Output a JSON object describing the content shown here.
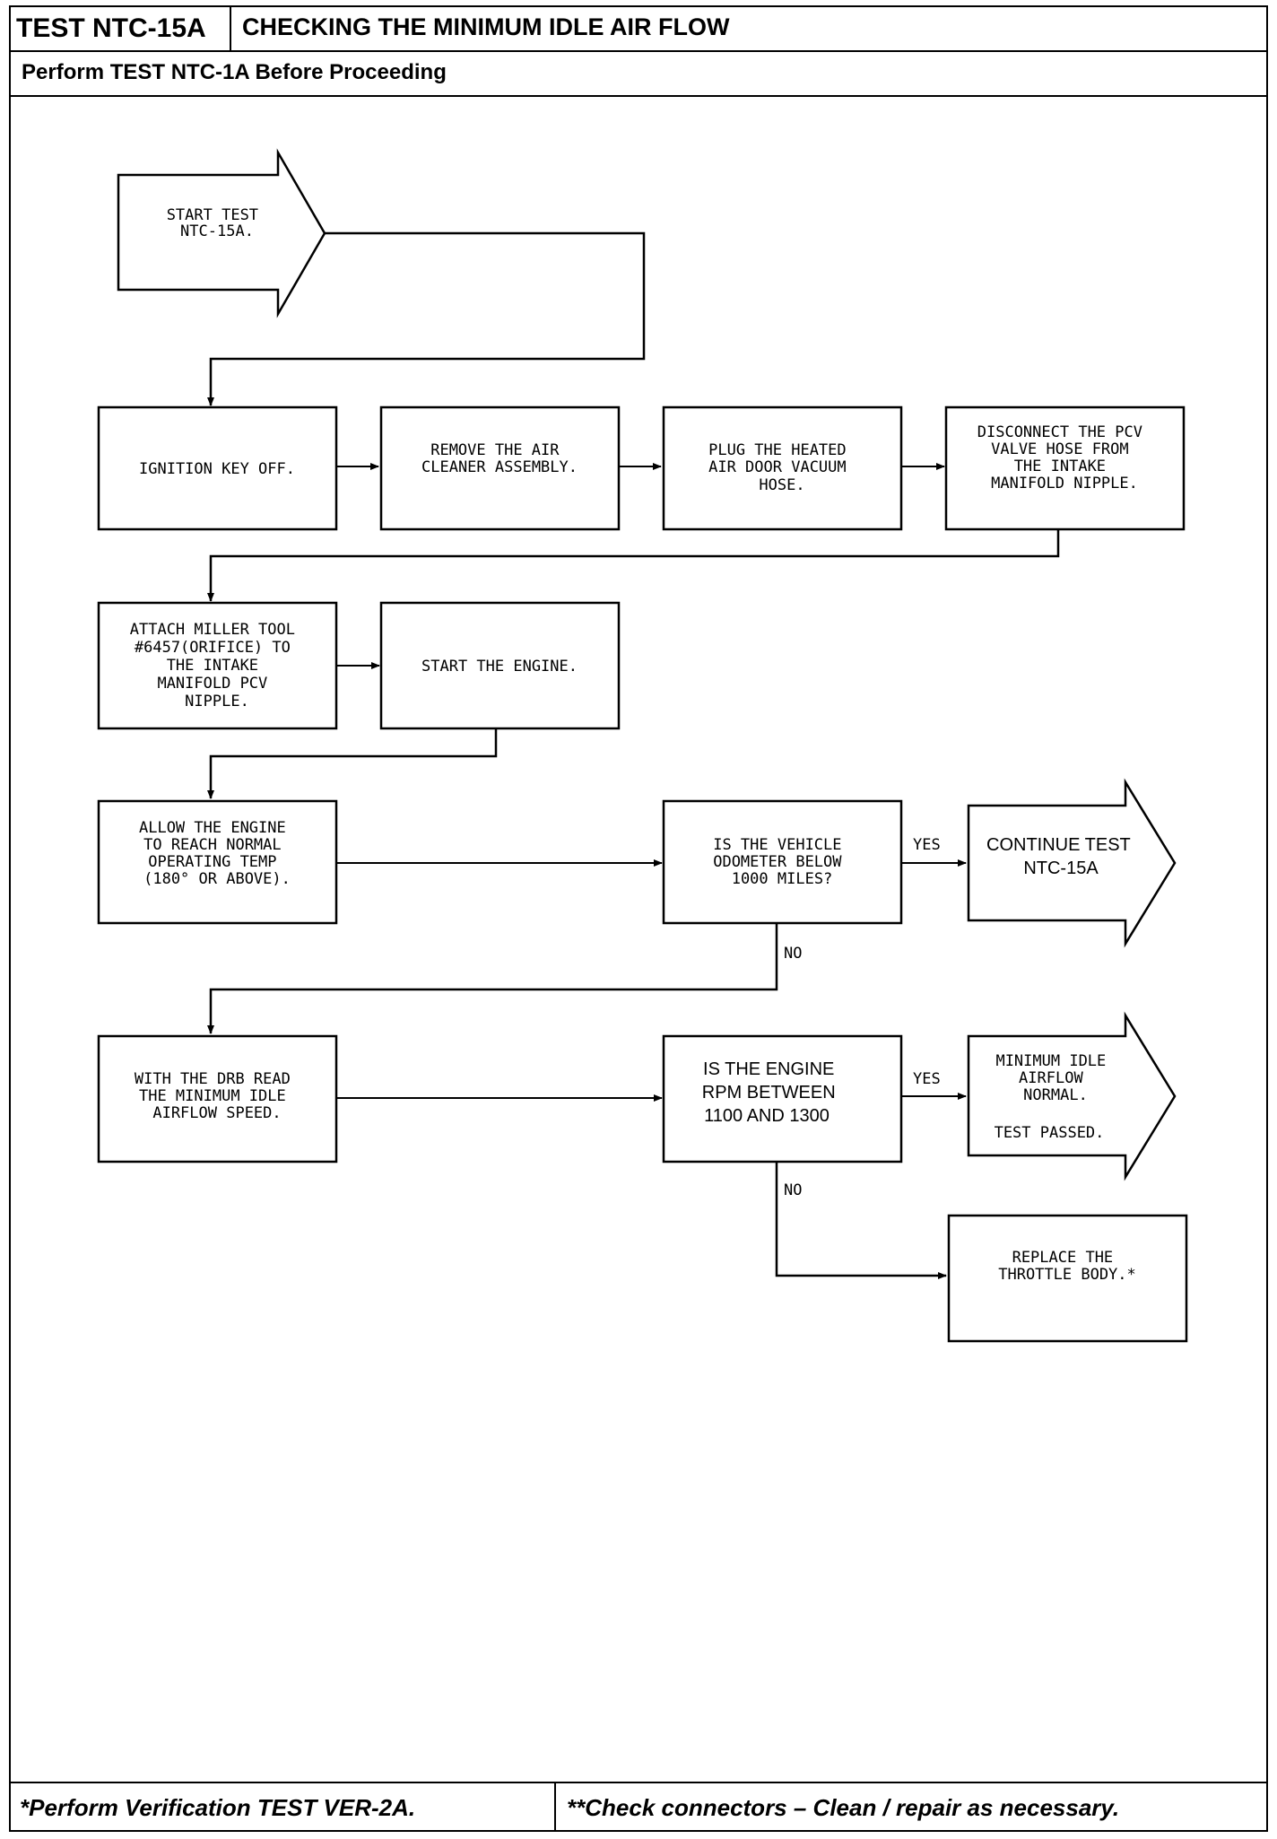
{
  "header": {
    "test_id": "TEST NTC-15A",
    "title": "CHECKING THE MINIMUM IDLE AIR FLOW",
    "prerequisite": "Perform TEST NTC-1A Before Proceeding"
  },
  "flow": {
    "start": [
      "START TEST",
      "NTC-15A."
    ],
    "ignition_off": [
      "IGNITION KEY OFF."
    ],
    "remove_cleaner": [
      "REMOVE THE AIR",
      "CLEANER ASSEMBLY."
    ],
    "plug_hose": [
      "PLUG THE HEATED",
      "AIR DOOR VACUUM",
      "HOSE."
    ],
    "disconnect_pcv": [
      "DISCONNECT THE PCV",
      "VALVE HOSE FROM",
      "THE INTAKE",
      "MANIFOLD NIPPLE."
    ],
    "attach_tool": [
      "ATTACH MILLER TOOL",
      "#6457(ORIFICE) TO",
      "THE INTAKE",
      "MANIFOLD PCV",
      "NIPPLE."
    ],
    "start_engine": [
      "START THE ENGINE."
    ],
    "allow_warm": [
      "ALLOW THE ENGINE",
      "TO REACH NORMAL",
      "OPERATING TEMP",
      "(180° OR ABOVE)."
    ],
    "odometer_question": [
      "IS THE VEHICLE",
      "ODOMETER BELOW",
      "1000 MILES?"
    ],
    "continue_test": [
      "CONTINUE TEST",
      "NTC-15A"
    ],
    "read_drb": [
      "WITH THE DRB READ",
      "THE MINIMUM IDLE",
      "AIRFLOW SPEED."
    ],
    "rpm_question": [
      "IS THE ENGINE",
      "RPM BETWEEN",
      "1100 AND 1300"
    ],
    "airflow_normal": [
      "MINIMUM IDLE",
      "AIRFLOW",
      "NORMAL."
    ],
    "test_passed": "TEST PASSED.",
    "replace_throttle": [
      "REPLACE THE",
      "THROTTLE BODY.*"
    ],
    "yes_label": "YES",
    "no_label": "NO"
  },
  "footer": {
    "left_note": "*Perform Verification TEST VER-2A.",
    "right_note": "**Check connectors – Clean / repair as necessary."
  }
}
